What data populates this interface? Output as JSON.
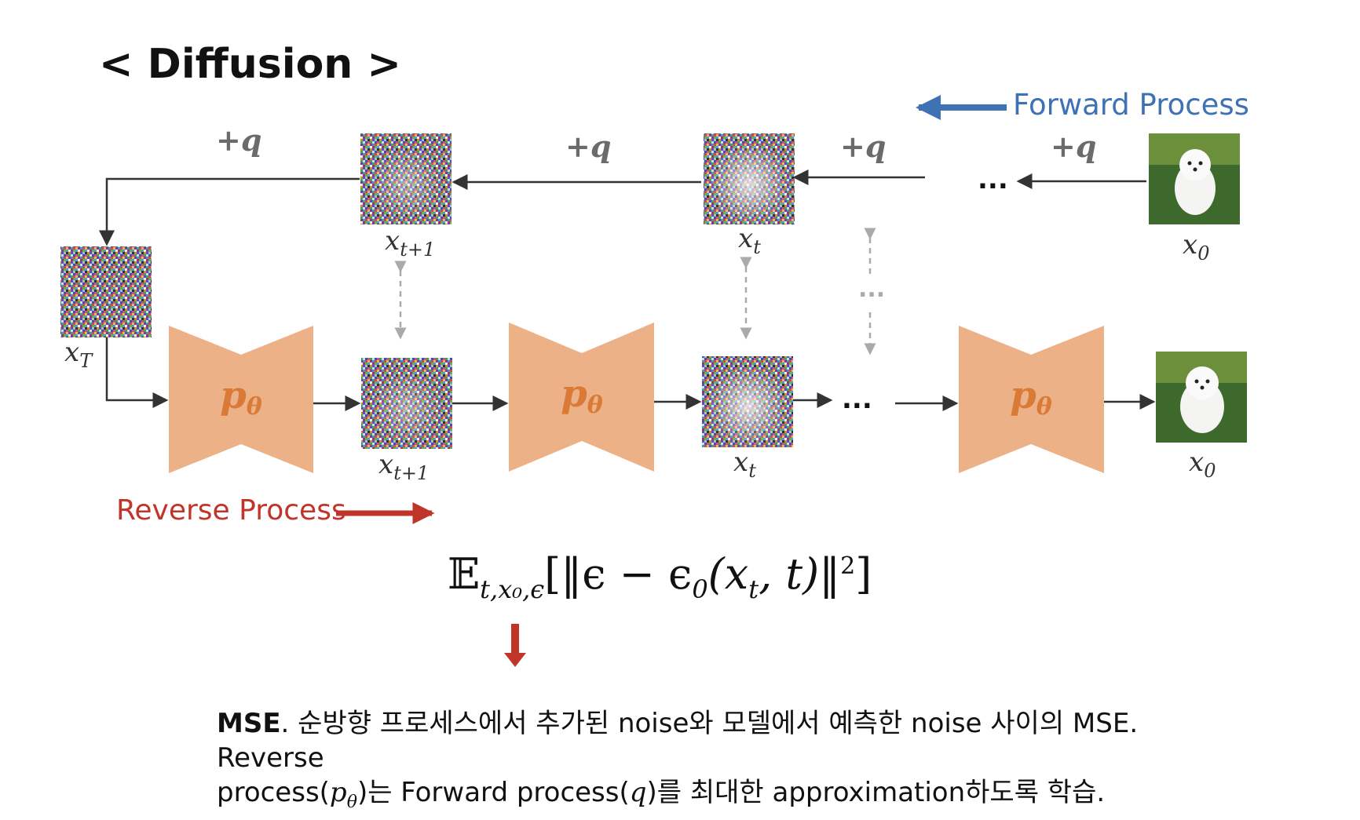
{
  "title": "< Diffusion >",
  "forward_label": "Forward Process",
  "reverse_label": "Reverse Process",
  "plus_q": "+q",
  "ellipsis": "...",
  "model_label": "p",
  "model_subscript": "θ",
  "state_labels": {
    "x_t_plus_1": {
      "base": "x",
      "sub": "t+1"
    },
    "x_t": {
      "base": "x",
      "sub": "t"
    },
    "x_0": {
      "base": "x",
      "sub": "0"
    },
    "x_T": {
      "base": "x",
      "sub": "T"
    }
  },
  "equation": {
    "E": "𝔼",
    "sub": "t,x₀,ϵ",
    "body": "[‖ϵ − ϵ",
    "eps_sub": "0",
    "args_open": "(x",
    "args_sub": "t",
    "args_close": ", t)‖",
    "power": "2",
    "end": "]"
  },
  "caption": {
    "line1_bold": "MSE",
    "line1_rest": ". 순방향 프로세스에서 추가된 noise와 모델에서 예측한 noise 사이의 MSE. Reverse",
    "line2_a": "process(",
    "line2_p": "p",
    "line2_theta": "θ",
    "line2_b": ")는 Forward process(",
    "line2_q": "q",
    "line2_c": ")를 최대한 approximation하도록 학습."
  },
  "colors": {
    "model_fill": "#edb188",
    "model_text": "#d97a37",
    "forward_blue": "#3f72b3",
    "reverse_red": "#c0342a",
    "arrow": "#333333",
    "dashed": "#aaaaaa",
    "label_gray": "#6b6b6b"
  }
}
